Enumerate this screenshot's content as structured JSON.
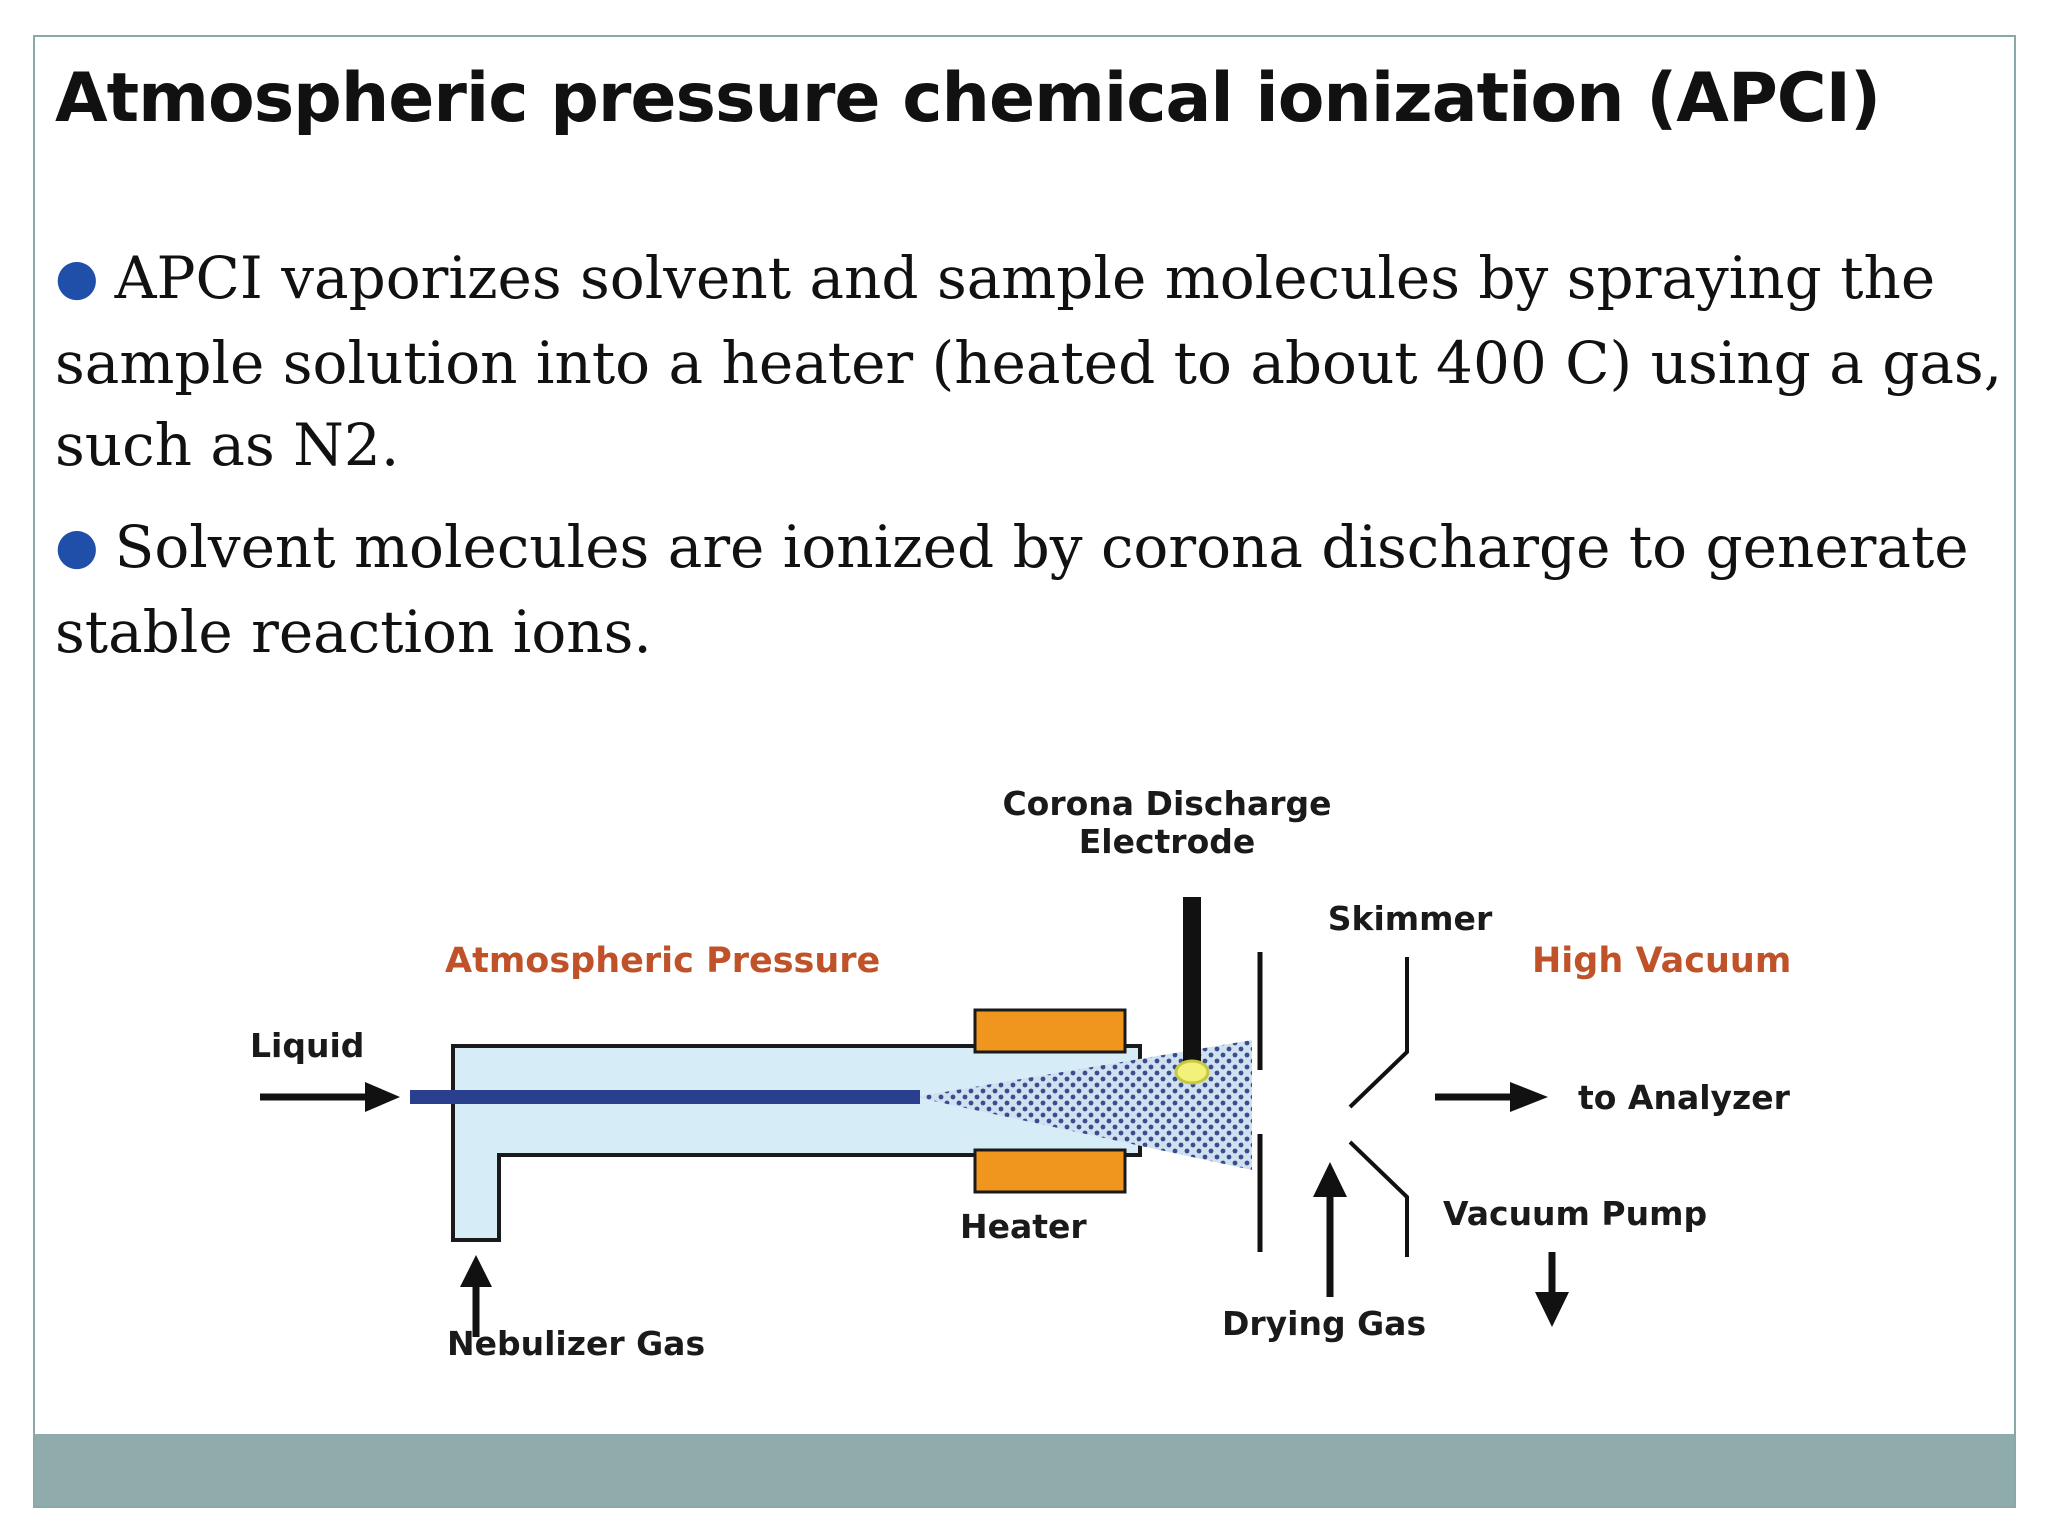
{
  "slide": {
    "title": "Atmospheric pressure chemical ionization (APCI)",
    "bullets": [
      "APCI vaporizes solvent and sample molecules by spraying the sample solution into a heater (heated to about 400 C) using a gas, such as N2.",
      "Solvent molecules are ionized by corona discharge to generate stable reaction ions."
    ]
  },
  "diagram": {
    "labels": {
      "corona_line1": "Corona Discharge",
      "corona_line2": "Electrode",
      "skimmer": "Skimmer",
      "atmospheric_pressure": "Atmospheric Pressure",
      "high_vacuum": "High Vacuum",
      "liquid": "Liquid",
      "to_analyzer": "to Analyzer",
      "heater": "Heater",
      "vacuum_pump": "Vacuum Pump",
      "nebulizer_gas": "Nebulizer Gas",
      "drying_gas": "Drying Gas"
    },
    "colors": {
      "tube_fill": "#d6ecf7",
      "capillary": "#2b3f8f",
      "heater": "#f0961e",
      "region_label": "#c0522a",
      "spray_dots": "#3b4c8c"
    }
  }
}
